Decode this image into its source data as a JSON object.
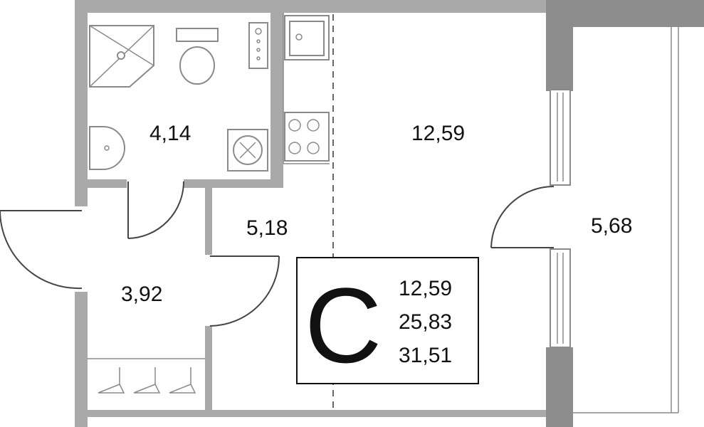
{
  "rooms": {
    "bathroom": "4,14",
    "living": "12,59",
    "kitchen_corridor": "5,18",
    "hall": "3,92",
    "balcony": "5,68"
  },
  "legend": {
    "type_letter": "С",
    "living_area": "12,59",
    "total_area": "25,83",
    "total_with_balcony": "31,51"
  }
}
